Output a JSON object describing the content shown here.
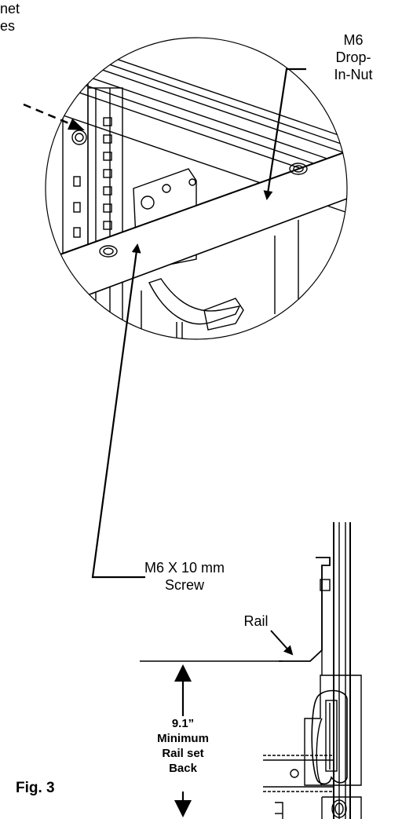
{
  "labels": {
    "cabinet_holes_line1": "net",
    "cabinet_holes_line2": "es",
    "drop_in_nut_line1": "M6",
    "drop_in_nut_line2": "Drop-",
    "drop_in_nut_line3": "In-Nut",
    "screw_line1": "M6 X 10 mm",
    "screw_line2": "Screw",
    "rail": "Rail",
    "setback_line1": "9.1”",
    "setback_line2": "Minimum",
    "setback_line3": "Rail set",
    "setback_line4": "Back",
    "figure": "Fig. 3"
  },
  "colors": {
    "line": "#000000",
    "background": "#ffffff",
    "shade": "#d8d8d8"
  }
}
